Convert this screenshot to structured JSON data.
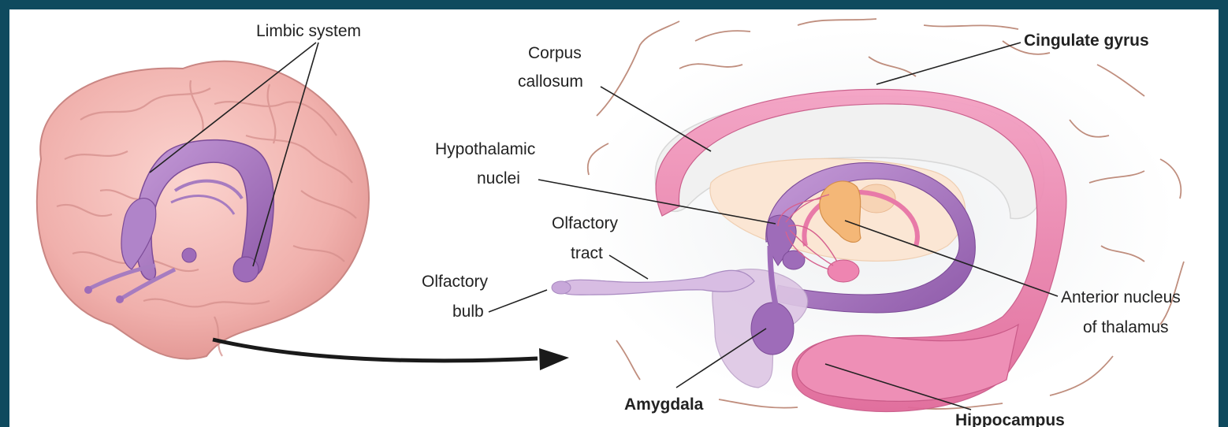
{
  "labels": {
    "limbic_system": "Limbic system",
    "corpus_callosum_1": "Corpus",
    "corpus_callosum_2": "callosum",
    "cingulate_gyrus": "Cingulate gyrus",
    "hypothalamic_1": "Hypothalamic",
    "hypothalamic_2": "nuclei",
    "olfactory_tract_1": "Olfactory",
    "olfactory_tract_2": "tract",
    "olfactory_bulb_1": "Olfactory",
    "olfactory_bulb_2": "bulb",
    "anterior_1": "Anterior nucleus",
    "anterior_2": "of thalamus",
    "amygdala": "Amygdala",
    "hippocampus": "Hippocampus"
  },
  "colors": {
    "background": "#0f4a5e",
    "brain_pink": "#f2b6b3",
    "limbic_purple": "#a779c0",
    "pink_tract": "#e87aa8",
    "thalamus_orange": "#f5c08a"
  }
}
